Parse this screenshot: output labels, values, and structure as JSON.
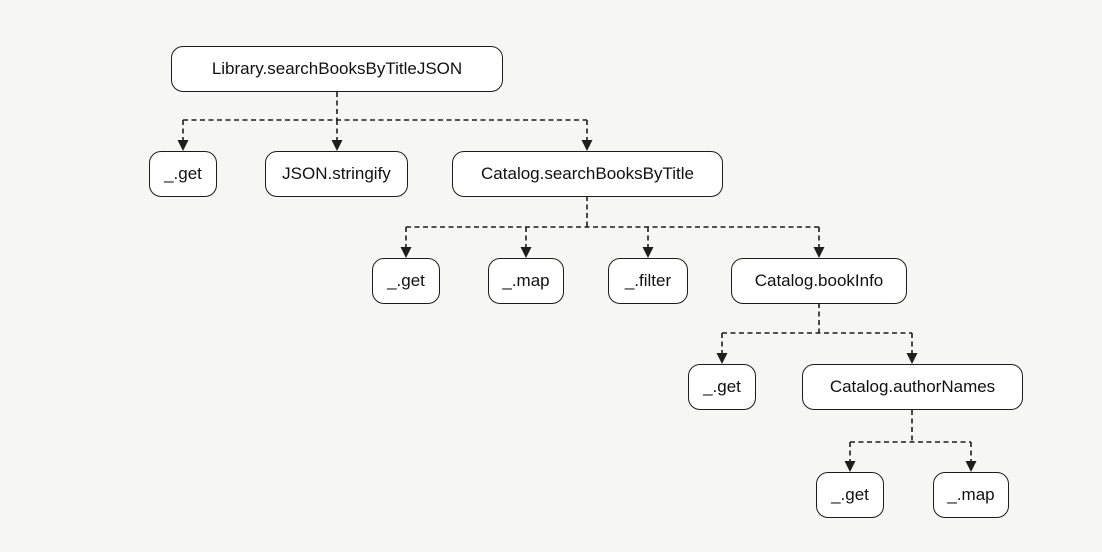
{
  "nodes": [
    {
      "id": "library-search-books-by-title-json",
      "label": "Library.searchBooksByTitleJSON"
    },
    {
      "id": "library-get",
      "label": "_.get"
    },
    {
      "id": "json-stringify",
      "label": "JSON.stringify"
    },
    {
      "id": "catalog-search-books-by-title",
      "label": "Catalog.searchBooksByTitle"
    },
    {
      "id": "search-get",
      "label": "_.get"
    },
    {
      "id": "search-map",
      "label": "_.map"
    },
    {
      "id": "search-filter",
      "label": "_.filter"
    },
    {
      "id": "catalog-book-info",
      "label": "Catalog.bookInfo"
    },
    {
      "id": "bookinfo-get",
      "label": "_.get"
    },
    {
      "id": "catalog-author-names",
      "label": "Catalog.authorNames"
    },
    {
      "id": "authornames-get",
      "label": "_.get"
    },
    {
      "id": "authornames-map",
      "label": "_.map"
    }
  ],
  "edges": [
    {
      "from": "library-search-books-by-title-json",
      "to": "library-get"
    },
    {
      "from": "library-search-books-by-title-json",
      "to": "json-stringify"
    },
    {
      "from": "library-search-books-by-title-json",
      "to": "catalog-search-books-by-title"
    },
    {
      "from": "catalog-search-books-by-title",
      "to": "search-get"
    },
    {
      "from": "catalog-search-books-by-title",
      "to": "search-map"
    },
    {
      "from": "catalog-search-books-by-title",
      "to": "search-filter"
    },
    {
      "from": "catalog-search-books-by-title",
      "to": "catalog-book-info"
    },
    {
      "from": "catalog-book-info",
      "to": "bookinfo-get"
    },
    {
      "from": "catalog-book-info",
      "to": "catalog-author-names"
    },
    {
      "from": "catalog-author-names",
      "to": "authornames-get"
    },
    {
      "from": "catalog-author-names",
      "to": "authornames-map"
    }
  ]
}
